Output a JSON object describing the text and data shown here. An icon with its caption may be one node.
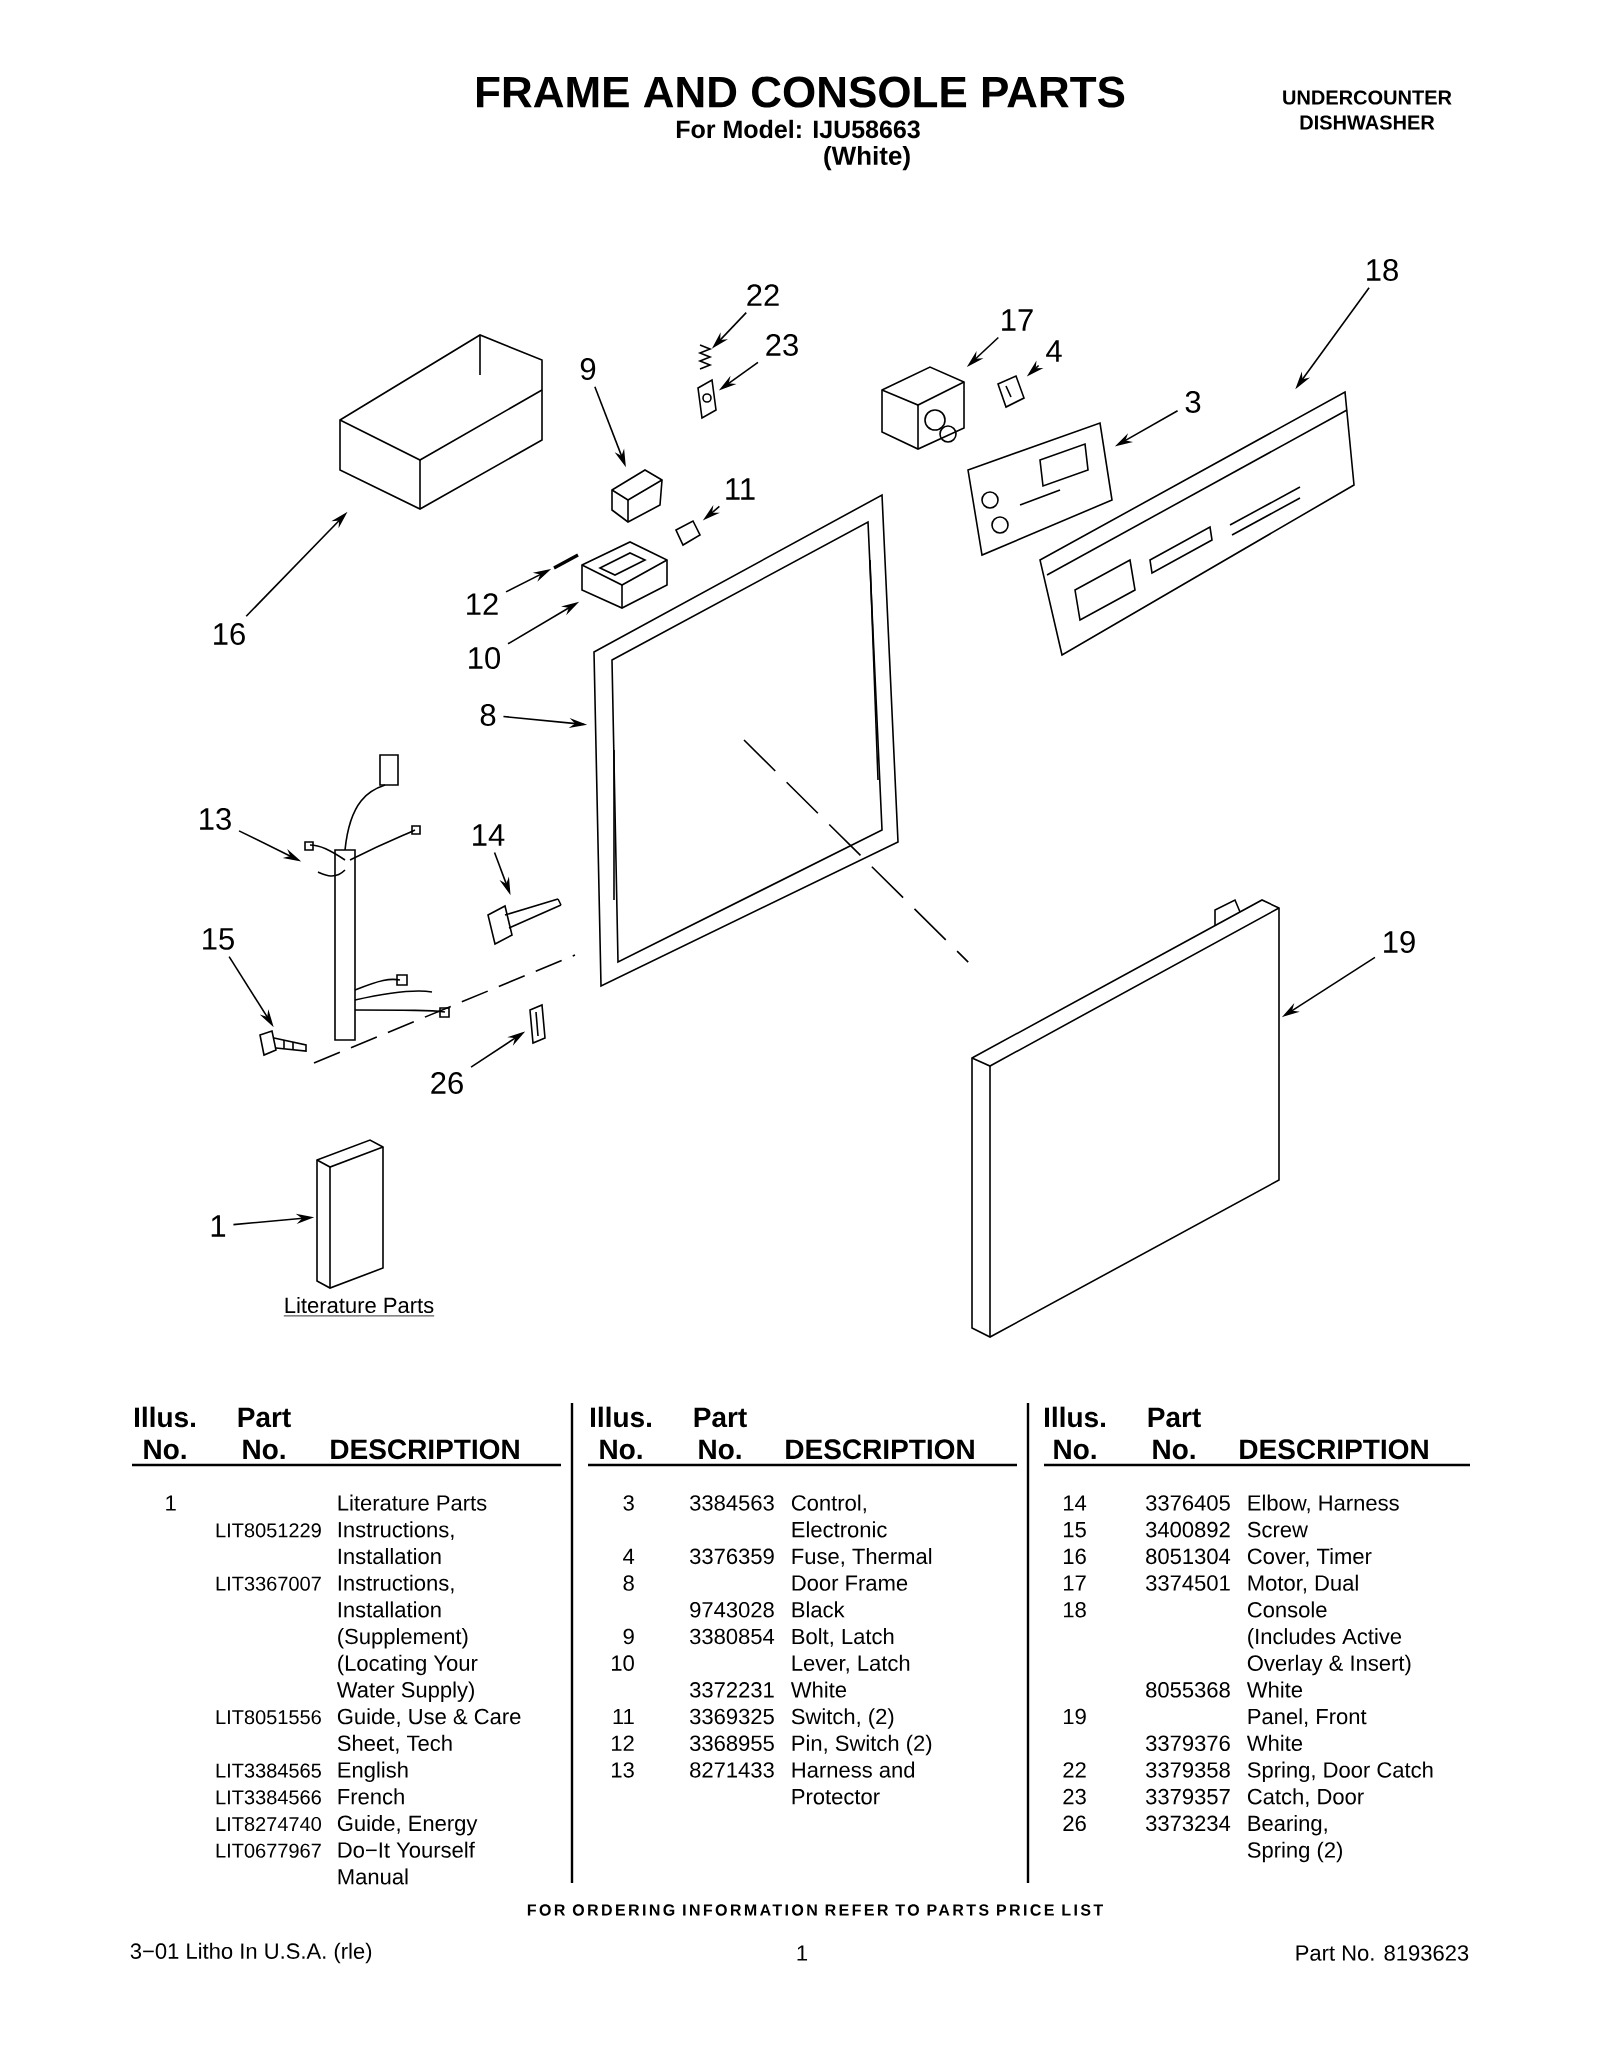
{
  "diagram": {
    "title": "FRAME AND CONSOLE PARTS",
    "nodes": [
      {
        "text": [
          "22"
        ]
      },
      {
        "text": [],
        "shape": "picture"
      },
      {
        "text": [
          "17"
        ]
      },
      {
        "text": [],
        "shape": "picture"
      },
      {
        "text": [
          "18"
        ]
      },
      {
        "text": [],
        "shape": "picture"
      },
      {
        "text": [
          "23"
        ]
      },
      {
        "text": [],
        "shape": "picture"
      },
      {
        "text": [
          "4"
        ]
      },
      {
        "text": [],
        "shape": "picture"
      },
      {
        "text": [
          "9"
        ]
      },
      {
        "text": [],
        "shape": "picture"
      },
      {
        "text": [
          "3"
        ]
      },
      {
        "text": [],
        "shape": "picture"
      },
      {
        "text": [
          "11"
        ]
      },
      {
        "text": [],
        "shape": "picture"
      },
      {
        "text": [
          "12"
        ]
      },
      {
        "text": [],
        "shape": "picture"
      },
      {
        "text": [
          "16"
        ]
      },
      {
        "text": [],
        "shape": "picture"
      },
      {
        "text": [
          "10"
        ]
      },
      {
        "text": [],
        "shape": "picture"
      },
      {
        "text": [
          "8"
        ]
      },
      {
        "text": [],
        "shape": "picture"
      },
      {
        "text": [
          "13"
        ]
      },
      {
        "text": [],
        "shape": "picture"
      },
      {
        "text": [
          "14"
        ]
      },
      {
        "text": [],
        "shape": "picture"
      },
      {
        "text": [
          "19"
        ]
      },
      {
        "text": [],
        "shape": "picture"
      },
      {
        "text": [
          "15"
        ]
      },
      {
        "text": [],
        "shape": "picture"
      },
      {
        "text": [
          "26"
        ]
      },
      {
        "text": [],
        "shape": "picture"
      },
      {
        "text": [
          "1"
        ]
      },
      {
        "text": [],
        "shape": "picture",
        "beside": [
          "Literature Parts"
        ]
      }
    ],
    "edges": [
      {
        "from": 0,
        "to": 1,
        "arrow": "to"
      },
      {
        "from": 2,
        "to": 3,
        "arrow": "to"
      },
      {
        "from": 4,
        "to": 5,
        "arrow": "to"
      },
      {
        "from": 6,
        "to": 7,
        "arrow": "to"
      },
      {
        "from": 8,
        "to": 9,
        "arrow": "to"
      },
      {
        "from": 10,
        "to": 11,
        "arrow": "to"
      },
      {
        "from": 12,
        "to": 13,
        "arrow": "to"
      },
      {
        "from": 14,
        "to": 15,
        "arrow": "to"
      },
      {
        "from": 16,
        "to": 17,
        "arrow": "to"
      },
      {
        "from": 18,
        "to": 19,
        "arrow": "to"
      },
      {
        "from": 20,
        "to": 21,
        "arrow": "to"
      },
      {
        "from": 22,
        "to": 23,
        "arrow": "to"
      },
      {
        "from": 24,
        "to": 25,
        "arrow": "to"
      },
      {
        "from": 26,
        "to": 27,
        "arrow": "to"
      },
      {
        "from": 28,
        "to": 29,
        "arrow": "to"
      },
      {
        "from": 30,
        "to": 31,
        "arrow": "to"
      },
      {
        "from": 32,
        "to": 33,
        "arrow": "to"
      },
      {
        "from": 34,
        "to": 35,
        "arrow": "to"
      },
      {
        "from": 23,
        "to": 29,
        "arrow": "none",
        "style": "dashed"
      }
    ],
    "labels": [
      "For Model: IJU58663",
      "(White)",
      "UNDERCOUNTER DISHWASHER",
      "Illus. No.",
      "Part No.",
      "DESCRIPTION",
      "1",
      "Literature Parts",
      "LIT8051229",
      "Instructions, Installation",
      "LIT3367007",
      "Instructions, Installation (Supplement) (Locating Your Water Supply)",
      "LIT8051556",
      "Guide, Use & Care Sheet, Tech",
      "LIT3384565",
      "English",
      "LIT3384566",
      "French",
      "LIT8274740",
      "Guide, Energy",
      "LIT0677967",
      "Do−It Yourself Manual",
      "Illus. No.",
      "Part No.",
      "DESCRIPTION",
      "3",
      "3384563",
      "Control, Electronic",
      "4",
      "3376359",
      "Fuse, Thermal",
      "8",
      "Door Frame",
      "9743028",
      "Black",
      "9",
      "3380854",
      "Bolt, Latch",
      "10",
      "Lever, Latch",
      "3372231",
      "White",
      "11",
      "3369325",
      "Switch, (2)",
      "12",
      "3368955",
      "Pin, Switch (2)",
      "13",
      "8271433",
      "Harness and Protector",
      "Illus. No.",
      "Part No.",
      "DESCRIPTION",
      "14",
      "3376405",
      "Elbow, Harness",
      "15",
      "3400892",
      "Screw",
      "16",
      "8051304",
      "Cover, Timer",
      "17",
      "3374501",
      "Motor, Dual",
      "18",
      "Console (Includes Active Overlay & Insert)",
      "8055368",
      "White",
      "19",
      "Panel, Front",
      "3379376",
      "White",
      "22",
      "3379358",
      "Spring, Door Catch",
      "23",
      "3379357",
      "Catch, Door",
      "26",
      "3373234",
      "Bearing, Spring (2)",
      "FOR ORDERING INFORMATION REFER TO PARTS PRICE LIST",
      "3−01 Litho In U.S.A. (rle)",
      "1",
      "Part No. 8193623"
    ]
  }
}
